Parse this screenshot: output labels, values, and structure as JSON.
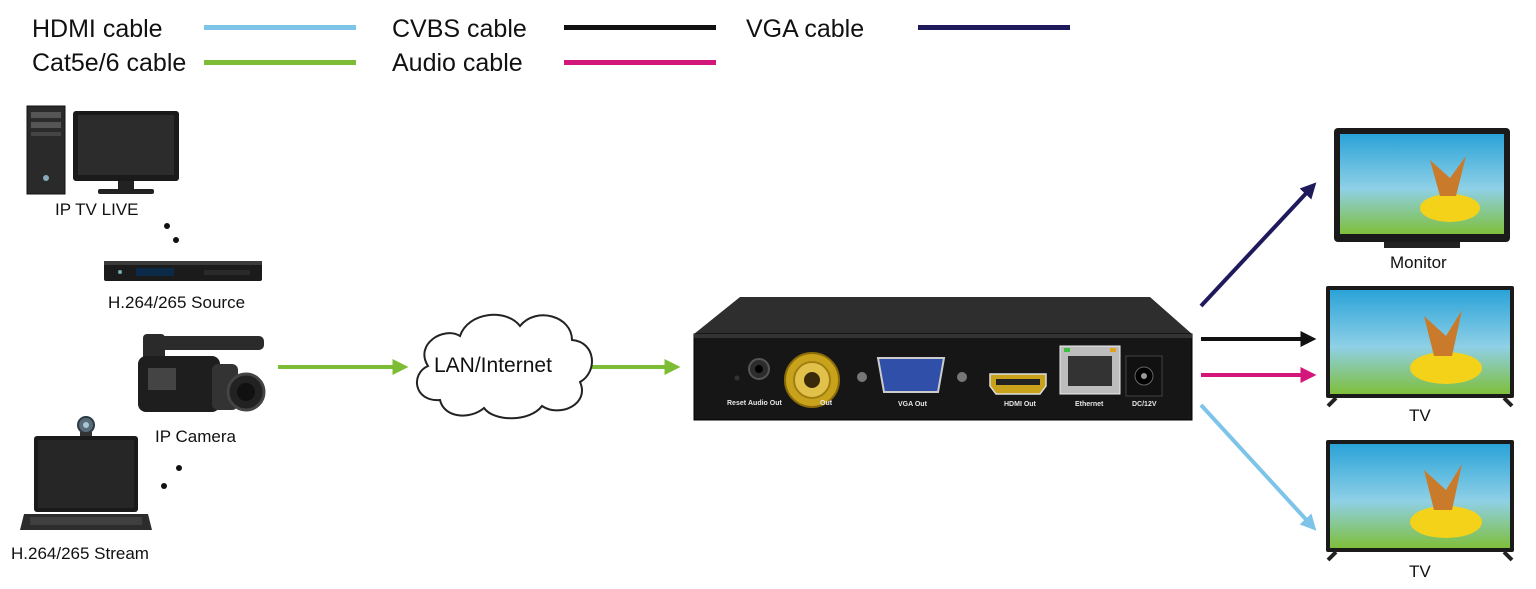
{
  "legend": [
    {
      "label": "HDMI cable",
      "color": "#7ec3e8"
    },
    {
      "label": "Cat5e/6 cable",
      "color": "#7dbd35"
    },
    {
      "label": "CVBS cable",
      "color": "#111111"
    },
    {
      "label": "Audio cable",
      "color": "#d31679"
    },
    {
      "label": "VGA cable",
      "color": "#1f1a5c"
    }
  ],
  "sources": {
    "iptv": "IP TV LIVE",
    "h264_source": "H.264/265 Source",
    "ip_camera": "IP Camera",
    "h264_stream": "H.264/265 Stream"
  },
  "network": "LAN/Internet",
  "decoder": {
    "ports": {
      "reset": "Reset",
      "audio_out": "Audio Out",
      "cvbs_out": "Out",
      "vga_out": "VGA Out",
      "hdmi_out": "HDMI Out",
      "ethernet": "Ethernet",
      "dc": "DC/12V"
    }
  },
  "displays": {
    "monitor": "Monitor",
    "tv1": "TV",
    "tv2": "TV"
  },
  "colors": {
    "cat5": "#7dbd35",
    "hdmi": "#7ec3e8",
    "cvbs": "#111111",
    "audio": "#d31679",
    "vga": "#1f1a5c",
    "device": "#1c1c1c"
  },
  "icons": [
    "pc-tower-icon",
    "monitor-icon",
    "dvd-player-icon",
    "camcorder-icon",
    "laptop-icon",
    "webcam-icon",
    "cloud-icon"
  ]
}
